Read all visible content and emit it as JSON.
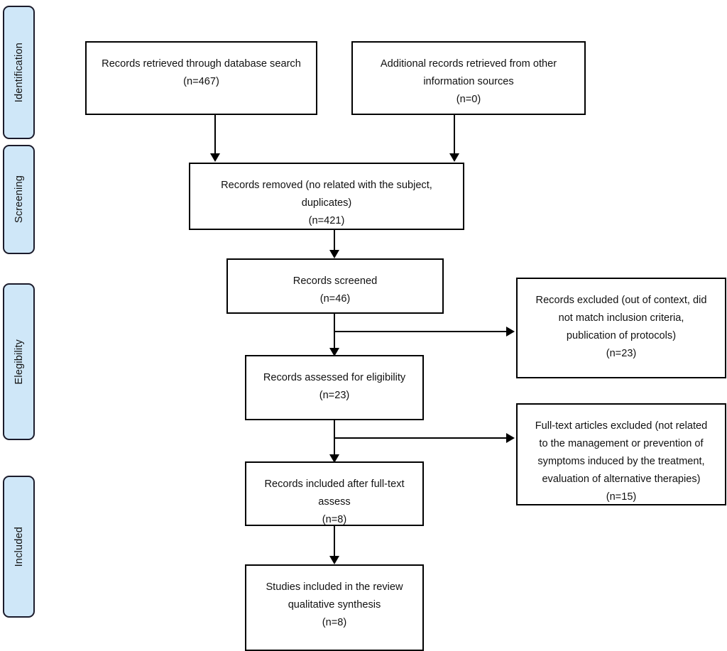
{
  "diagram": {
    "title": "PRISMA study selection flow diagram",
    "type": "flowchart",
    "background_color": "#ffffff",
    "box_border_color": "#000000",
    "phase_fill_color": "#cfe7f8",
    "phase_border_color": "#1b1b2b"
  },
  "phases": [
    {
      "id": "identification",
      "label": "Identification"
    },
    {
      "id": "screening",
      "label": "Screening"
    },
    {
      "id": "eligibility",
      "label": "Elegibility"
    },
    {
      "id": "included",
      "label": "Included"
    }
  ],
  "boxes": {
    "database_search": {
      "id": "records-retrieved-database",
      "lines": [
        "Records retrieved through database search",
        "(n=467)"
      ],
      "count": 467
    },
    "other_sources": {
      "id": "additional-records-other-sources",
      "lines": [
        "Additional records retrieved from other",
        "information sources",
        "(n=0)"
      ],
      "count": 0
    },
    "records_removed": {
      "id": "records-removed",
      "lines": [
        "Records removed (no related with the subject,",
        "duplicates)",
        "(n=421)"
      ],
      "count": 421
    },
    "records_screened": {
      "id": "records-screened",
      "lines": [
        "Records screened",
        "(n=46)"
      ],
      "count": 46
    },
    "records_excluded": {
      "id": "records-excluded",
      "lines": [
        "Records excluded (out of context, did",
        "not match inclusion criteria,",
        "publication of protocols)",
        "(n=23)"
      ],
      "count": 23
    },
    "assessed_eligibility": {
      "id": "records-assessed-eligibility",
      "lines": [
        "Records assessed for eligibility",
        "(n=23)"
      ],
      "count": 23
    },
    "fulltext_excluded": {
      "id": "full-text-articles-excluded",
      "lines": [
        "Full-text articles excluded (not related",
        "to the management or prevention of",
        "symptoms induced by the treatment,",
        "evaluation of alternative therapies)",
        "(n=15)"
      ],
      "count": 15
    },
    "included_fulltext": {
      "id": "records-included-after-full-text",
      "lines": [
        "Records included after full-text",
        "assess",
        "(n=8)"
      ],
      "count": 8
    },
    "studies_included": {
      "id": "studies-included-review",
      "lines": [
        "Studies included in the review",
        "qualitative synthesis",
        "(n=8)"
      ],
      "count": 8
    }
  },
  "chart_data": {
    "type": "diagram",
    "title": "PRISMA flow of information through the review",
    "nodes": [
      {
        "key": "database_search",
        "stage": "Identification",
        "label": "Records retrieved through database search",
        "n": 467
      },
      {
        "key": "other_sources",
        "stage": "Identification",
        "label": "Additional records retrieved from other information sources",
        "n": 0
      },
      {
        "key": "records_removed",
        "stage": "Screening",
        "label": "Records removed (no related with the subject, duplicates)",
        "n": 421
      },
      {
        "key": "records_screened",
        "stage": "Screening",
        "label": "Records screened",
        "n": 46
      },
      {
        "key": "records_excluded",
        "stage": "Screening",
        "label": "Records excluded (out of context, did not match inclusion criteria, publication of protocols)",
        "n": 23
      },
      {
        "key": "assessed_eligibility",
        "stage": "Elegibility",
        "label": "Records assessed for eligibility",
        "n": 23
      },
      {
        "key": "fulltext_excluded",
        "stage": "Elegibility",
        "label": "Full-text articles excluded (not related to the management or prevention of symptoms induced by the treatment, evaluation of alternative therapies)",
        "n": 15
      },
      {
        "key": "included_fulltext",
        "stage": "Included",
        "label": "Records included after full-text assess",
        "n": 8
      },
      {
        "key": "studies_included",
        "stage": "Included",
        "label": "Studies included in the review qualitative synthesis",
        "n": 8
      }
    ],
    "edges": [
      {
        "from": "database_search",
        "to": "records_removed",
        "direction": "down"
      },
      {
        "from": "other_sources",
        "to": "records_removed",
        "direction": "down"
      },
      {
        "from": "records_removed",
        "to": "records_screened",
        "direction": "down"
      },
      {
        "from": "records_screened",
        "to": "records_excluded",
        "direction": "right"
      },
      {
        "from": "records_screened",
        "to": "assessed_eligibility",
        "direction": "down"
      },
      {
        "from": "assessed_eligibility",
        "to": "fulltext_excluded",
        "direction": "right"
      },
      {
        "from": "assessed_eligibility",
        "to": "included_fulltext",
        "direction": "down"
      },
      {
        "from": "included_fulltext",
        "to": "studies_included",
        "direction": "down"
      }
    ]
  }
}
